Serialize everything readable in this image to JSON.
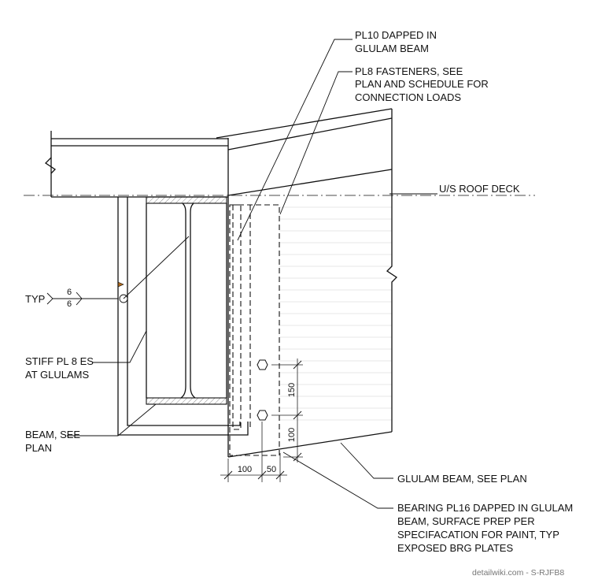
{
  "labels": {
    "pl10_line1": "PL10 DAPPED IN",
    "pl10_line2": "GLULAM BEAM",
    "pl8_line1": "PL8 FASTENERS, SEE",
    "pl8_line2": "PLAN AND SCHEDULE FOR",
    "pl8_line3": "CONNECTION LOADS",
    "roof_deck": "U/S ROOF DECK",
    "typ": "TYP",
    "weld_top": "6",
    "weld_bottom": "6",
    "stiff_line1": "STIFF PL 8 ES",
    "stiff_line2": "AT GLULAMS",
    "beam_line1": "BEAM, SEE",
    "beam_line2": "PLAN",
    "glulam": "GLULAM BEAM, SEE PLAN",
    "bearing_line1": "BEARING PL16 DAPPED IN GLULAM",
    "bearing_line2": "BEAM, SURFACE PREP PER",
    "bearing_line3": "SPECIFACATION FOR PAINT, TYP",
    "bearing_line4": "EXPOSED BRG PLATES"
  },
  "dimensions": {
    "bolt_spacing": "150",
    "edge_vertical": "100",
    "edge_horizontal": "100",
    "edge_small": "50"
  },
  "watermark": "detailwiki.com - S-RJFB8"
}
